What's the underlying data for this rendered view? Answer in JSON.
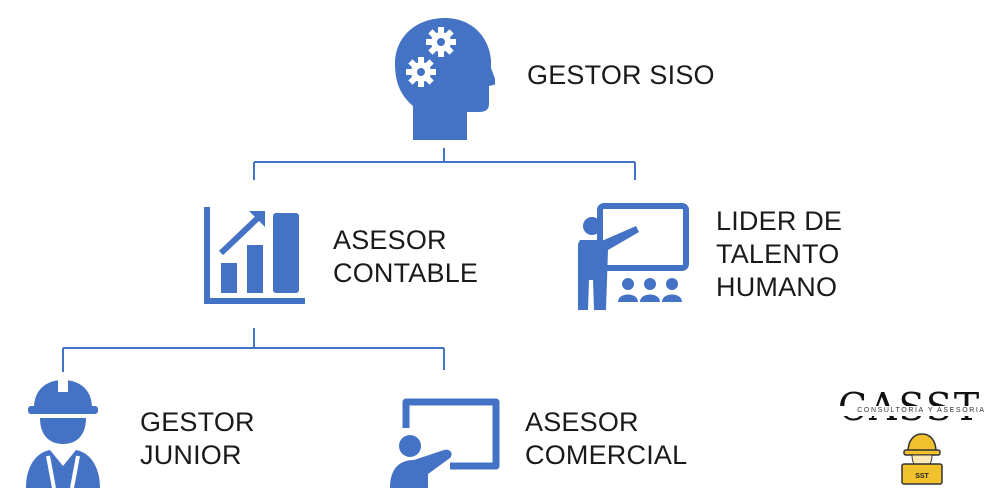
{
  "nodes": {
    "gestor_siso": "GESTOR SISO",
    "asesor_contable": "ASESOR\nCONTABLE",
    "lider_talento_humano": "LIDER DE\nTALENTO\nHUMANO",
    "gestor_junior": "GESTOR\nJUNIOR",
    "asesor_comercial": "ASESOR\nCOMERCIAL"
  },
  "logo": {
    "wordmark": "CASST",
    "tagline": "CONSULTORIA Y ASESORIA",
    "badge": "SST"
  },
  "colors": {
    "icon_blue": "#4472C4",
    "connector": "#4472C4",
    "text": "#1a1a1a",
    "logo_yellow": "#F2C12E"
  },
  "icons": [
    "head-gears-icon",
    "bar-chart-icon",
    "presenter-board-icon",
    "construction-worker-icon",
    "presentation-screen-icon",
    "helmet-mascot-icon"
  ]
}
